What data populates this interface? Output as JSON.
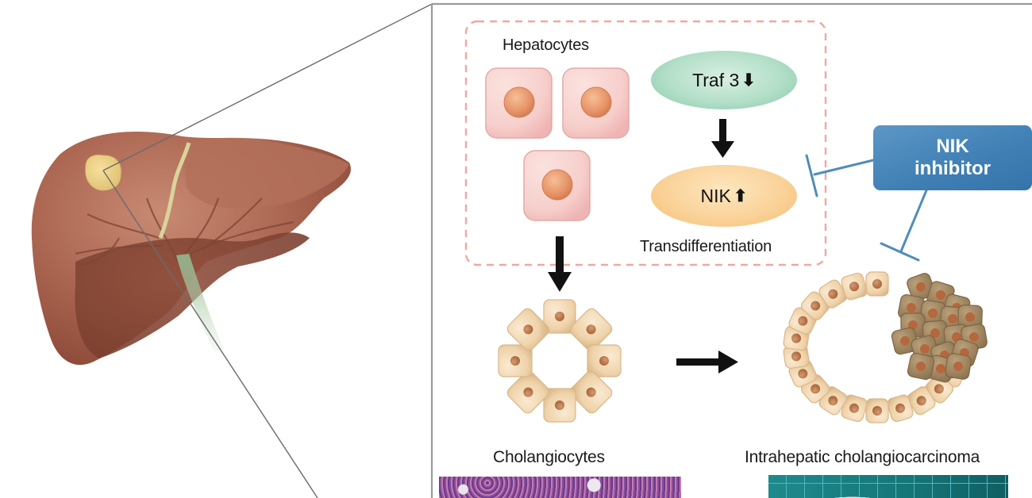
{
  "figure": {
    "description": "NIK inhibition in Traf3-deficient hepatocyte transdifferentiation to intrahepatic cholangiocarcinoma",
    "labels": {
      "hepatocytes": "Hepatocytes",
      "transdifferentiation": "Transdifferentiation",
      "cholangiocytes": "Cholangiocytes",
      "icc": "Intrahepatic cholangiocarcinoma"
    },
    "nodes": {
      "traf3": {
        "text": "Traf 3",
        "direction_glyph": "⬇",
        "direction": "down"
      },
      "nik": {
        "text": "NIK",
        "direction_glyph": "⬆",
        "direction": "up"
      }
    },
    "inhibitor": {
      "line1": "NIK",
      "line2": "inhibitor"
    },
    "relations": [
      {
        "from": "Traf 3",
        "to": "NIK",
        "type": "activates"
      },
      {
        "from": "Hepatocytes",
        "to": "Cholangiocytes",
        "type": "transdifferentiates"
      },
      {
        "from": "Cholangiocytes",
        "to": "Intrahepatic cholangiocarcinoma",
        "type": "progresses"
      },
      {
        "from": "NIK inhibitor",
        "to": "NIK",
        "type": "inhibits"
      },
      {
        "from": "NIK inhibitor",
        "to": "Intrahepatic cholangiocarcinoma",
        "type": "inhibits"
      }
    ],
    "colors": {
      "liver": "#a45f4c",
      "tumor": "#eed48a",
      "gallbladder_duct": "#9fc29a",
      "hepatocyte_cell": "#f6cfcb",
      "hepatocyte_nucleus": "#e89a70",
      "cholangiocyte_cell": "#f0d6b0",
      "cholangiocyte_nucleus": "#b8744a",
      "tumor_cell": "#a48a62",
      "traf3_node": "#b3dfc8",
      "nik_node": "#fad39a",
      "inhibitor_box": "#3f7fb4",
      "inhibition_line": "#4f8db9",
      "dashed_box": "#f0a7a0"
    }
  }
}
